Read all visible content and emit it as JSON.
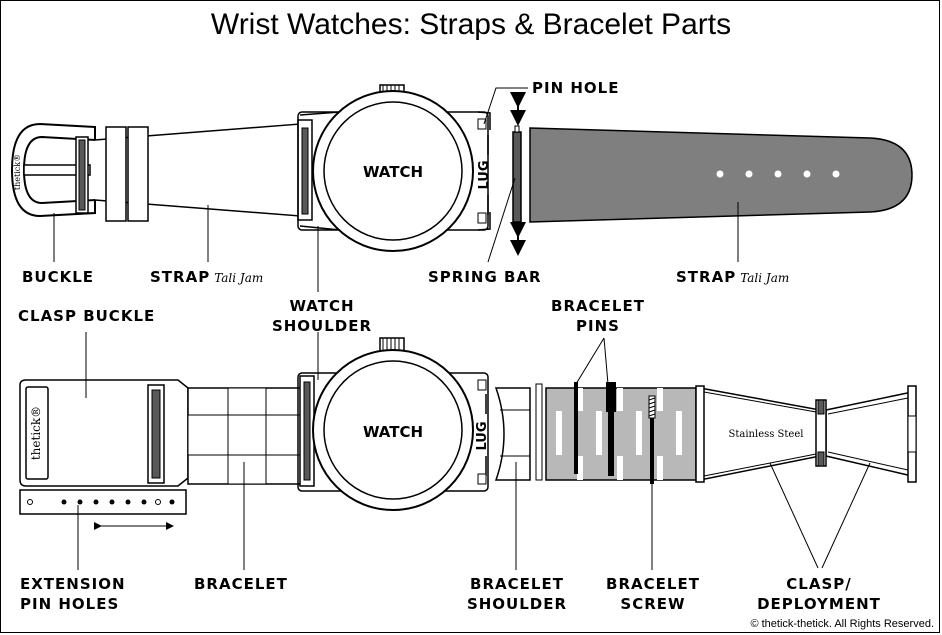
{
  "title": "Wrist Watches: Straps & Bracelet Parts",
  "top_section": {
    "pin_hole": "PIN HOLE",
    "buckle": "BUCKLE",
    "strap_left": "STRAP",
    "strap_left_sub": "Tali Jam",
    "spring_bar": "SPRING BAR",
    "strap_right": "STRAP",
    "strap_right_sub": "Tali Jam",
    "watch": "WATCH",
    "lug": "LUG",
    "buckle_logo": "thetick®"
  },
  "middle_section": {
    "watch_shoulder_line1": "WATCH",
    "watch_shoulder_line2": "SHOULDER",
    "clasp_buckle": "CLASP BUCKLE",
    "bracelet_pins_line1": "BRACELET",
    "bracelet_pins_line2": "PINS"
  },
  "bottom_section": {
    "watch": "WATCH",
    "lug": "LUG",
    "clasp_logo": "thetick®",
    "stainless_steel": "Stainless Steel",
    "extension_line1": "EXTENSION",
    "extension_line2": "PIN HOLES",
    "bracelet": "BRACELET",
    "bracelet_shoulder_line1": "BRACELET",
    "bracelet_shoulder_line2": "SHOULDER",
    "bracelet_screw_line1": "BRACELET",
    "bracelet_screw_line2": "SCREW",
    "clasp_line1": "CLASP/",
    "clasp_line2": "DEPLOYMENT"
  },
  "copyright": "© thetick-thetick. All Rights Reserved.",
  "colors": {
    "strap_fill": "#7f7f7f",
    "bracelet_fill": "#b8b8b8",
    "pin_fill": "#595959",
    "outline": "#000000"
  }
}
